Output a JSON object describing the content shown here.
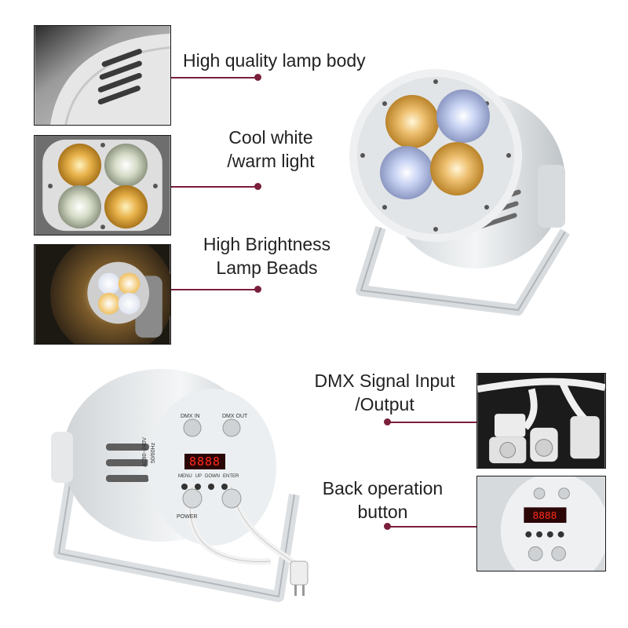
{
  "features": {
    "lamp_body": {
      "lines": [
        "High quality lamp body"
      ]
    },
    "color_temp": {
      "lines": [
        "Cool white",
        "/warm light"
      ]
    },
    "brightness": {
      "lines": [
        "High Brightness",
        "Lamp Beads"
      ]
    },
    "dmx": {
      "lines": [
        "DMX Signal Input",
        "/Output"
      ]
    },
    "back_button": {
      "lines": [
        "Back operation",
        "button"
      ]
    }
  },
  "panel": {
    "dmx_in": "DMX IN",
    "dmx_out": "DMX OUT",
    "voltage": "AC90~240V",
    "frequency": "50/60Hz",
    "buttons": [
      "MENU",
      "UP",
      "DOWN",
      "ENTER"
    ],
    "power": "POWER",
    "display": "8888"
  },
  "colors": {
    "accent": "#7a1f3b",
    "warm_light": "#e8b24a",
    "cool_light": "#b9c8f0",
    "body": "#e9ecee"
  }
}
